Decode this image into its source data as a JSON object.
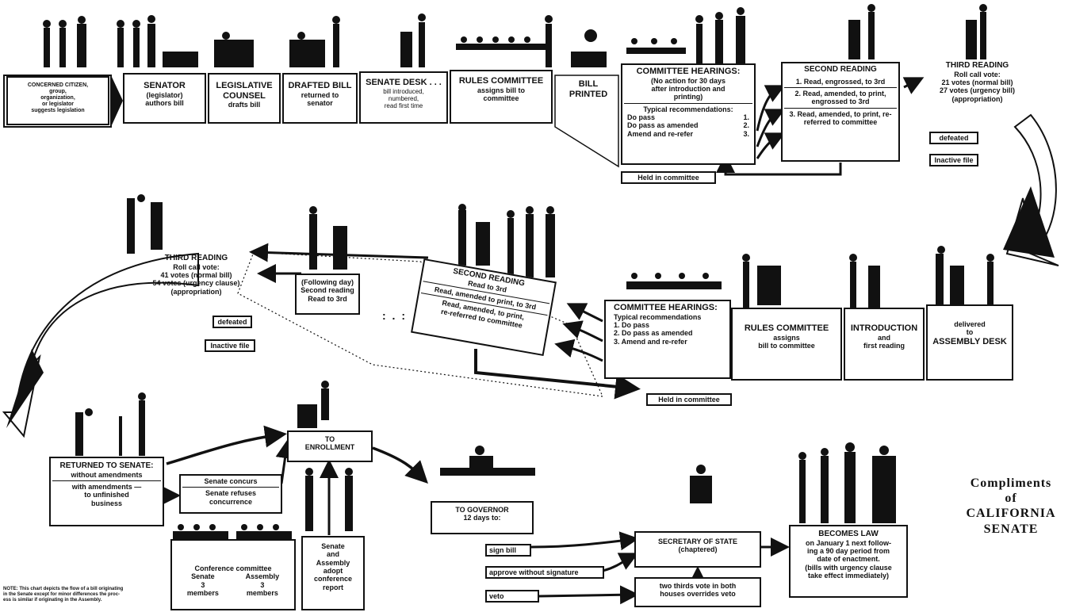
{
  "row1": {
    "citizen": {
      "lines": [
        "CONCERNED CITIZEN,",
        "group,",
        "organization,",
        "or legislator",
        "suggests legislation"
      ]
    },
    "senator": {
      "title": "SENATOR",
      "lines": [
        "(legislator)",
        "authors bill"
      ]
    },
    "counsel": {
      "title": "LEGISLATIVE",
      "lines": [
        "COUNSEL",
        "drafts bill"
      ]
    },
    "drafted": {
      "title": "DRAFTED BILL",
      "lines": [
        "returned to",
        "senator"
      ]
    },
    "desk": {
      "title": "SENATE DESK . . .",
      "lines": [
        "bill introduced,",
        "numbered,",
        "read first time"
      ]
    },
    "rules": {
      "title": "RULES COMMITTEE",
      "lines": [
        "assigns bill to",
        "committee"
      ]
    },
    "printed": {
      "title": "BILL",
      "lines": [
        "PRINTED"
      ]
    },
    "hearings": {
      "title": "COMMITTEE HEARINGS:",
      "lines": [
        "(No action for 30 days",
        "after introduction and",
        "printing)"
      ],
      "rec_title": "Typical recommendations:",
      "recs": [
        "Do pass",
        "Do pass as amended",
        "Amend and re-refer"
      ],
      "nums": [
        "1.",
        "2.",
        "3."
      ],
      "held": "Held in committee"
    },
    "second": {
      "title": "SECOND READING",
      "items": [
        "1. Read, engrossed, to 3rd",
        "2. Read, amended, to print, engrossed to 3rd",
        "3. Read, amended, to print, re-referred to committee"
      ]
    },
    "third": {
      "title": "THIRD READING",
      "lines": [
        "Roll call vote:",
        "21 votes (normal bill)",
        "27 votes (urgency bill)",
        "(appropriation)"
      ],
      "defeated": "defeated",
      "inactive": "Inactive file"
    }
  },
  "row2": {
    "third": {
      "title": "THIRD READING",
      "lines": [
        "Roll call vote:",
        "41 votes (normal bill)",
        "54 votes (urgency clause)",
        "(appropriation)"
      ],
      "defeated": "defeated",
      "inactive": "Inactive file"
    },
    "following": {
      "lines": [
        "(Following day)",
        "Second reading",
        "Read to 3rd"
      ]
    },
    "second": {
      "title": "SECOND READING",
      "lines": [
        "Read to 3rd",
        "Read, amended to print, to 3rd",
        "Read, amended, to print,",
        "re-referred to committee"
      ]
    },
    "hearings": {
      "title": "COMMITTEE HEARINGS:",
      "lines": [
        "Typical recommendations",
        "1. Do pass",
        "2. Do pass as amended",
        "3. Amend and re-refer"
      ],
      "held": "Held in committee"
    },
    "rules": {
      "title": "RULES COMMITTEE",
      "lines": [
        "assigns",
        "bill to committee"
      ]
    },
    "intro": {
      "title": "INTRODUCTION",
      "lines": [
        "and",
        "first reading"
      ]
    },
    "delivered": {
      "lines": [
        "delivered",
        "to"
      ],
      "title": "ASSEMBLY DESK"
    }
  },
  "row3": {
    "returned": {
      "title": "RETURNED TO SENATE:",
      "lines": [
        "without amendments"
      ],
      "lines2": [
        "with amendments —",
        "to unfinished",
        "business"
      ]
    },
    "concurs": {
      "lines": [
        "Senate concurs",
        "Senate refuses",
        "concurrence"
      ]
    },
    "conference": {
      "title": "Conference committee",
      "senate": [
        "Senate",
        "3",
        "members"
      ],
      "assembly": [
        "Assembly",
        "3",
        "members"
      ]
    },
    "adopt": {
      "lines": [
        "Senate",
        "and",
        "Assembly",
        "adopt",
        "conference",
        "report"
      ]
    },
    "enrollment": {
      "lines": [
        "TO",
        "ENROLLMENT"
      ]
    },
    "governor": {
      "title": "TO GOVERNOR",
      "lines": [
        "12 days to:"
      ],
      "options": [
        "sign bill",
        "approve without signature",
        "veto"
      ]
    },
    "secretary": {
      "title": "SECRETARY OF STATE",
      "lines": [
        "(chaptered)"
      ]
    },
    "override": {
      "lines": [
        "two thirds vote in both",
        "houses overrides veto"
      ]
    },
    "law": {
      "title": "BECOMES LAW",
      "lines": [
        "on January 1 next follow-",
        "ing a 90 day period from",
        "date of enactment.",
        "(bills with urgency clause",
        "take effect immediately)"
      ]
    }
  },
  "compliments": {
    "lines": [
      "Compliments",
      "of",
      "CALIFORNIA",
      "SENATE"
    ]
  },
  "note": {
    "lines": [
      "NOTE: This chart depicts the flow of a bill originating",
      "in the Senate except for minor differences the proc-",
      "ess is similar if originating in the Assembly."
    ]
  }
}
